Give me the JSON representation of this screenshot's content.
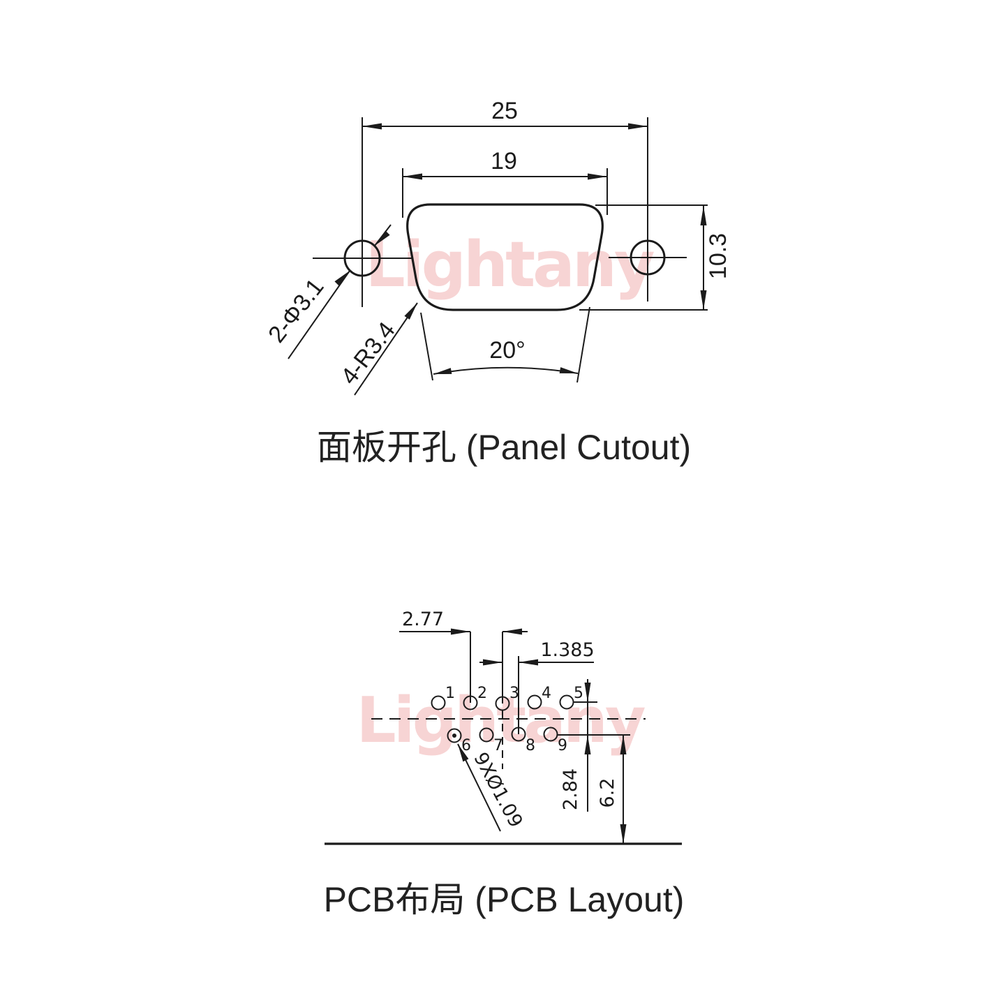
{
  "watermark": {
    "text": "Lightany",
    "color": "#f7d4d4"
  },
  "colors": {
    "line": "#1b1b1b",
    "background": "#ffffff"
  },
  "panel_cutout": {
    "title": "面板开孔 (Panel Cutout)",
    "dim_outer_width": "25",
    "dim_inner_width": "19",
    "dim_height": "10.3",
    "dim_mounting_holes": "2-Φ3.1",
    "dim_corner_radius": "4-R3.4",
    "dim_side_angle": "20°"
  },
  "pcb_layout": {
    "title": "PCB布局 (PCB Layout)",
    "dim_pin_pitch": "2.77",
    "dim_row_offset": "1.385",
    "dim_row_spacing": "2.84",
    "dim_edge_distance": "6.2",
    "dim_hole_spec": "9XØ1.09",
    "pins": {
      "top_row": [
        "1",
        "2",
        "3",
        "4",
        "5"
      ],
      "bottom_row": [
        "6",
        "7",
        "8",
        "9"
      ]
    }
  }
}
